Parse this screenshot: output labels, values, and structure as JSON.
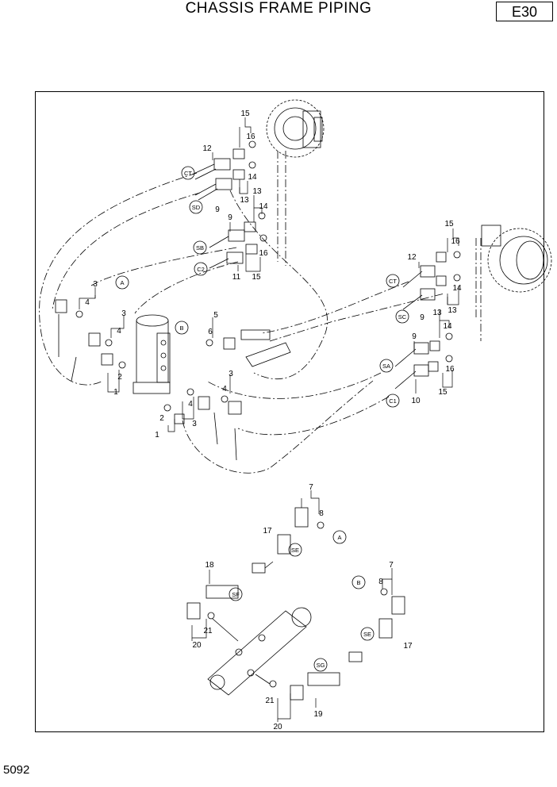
{
  "header": {
    "title": "CHASSIS FRAME PIPING",
    "code": "E30"
  },
  "footer": {
    "page_number": "5092"
  },
  "port_labels": {
    "ct": "CT",
    "sd": "SD",
    "sb": "SB",
    "c2": "C2",
    "sc": "SC",
    "sa": "SA",
    "c1": "C1",
    "a": "A",
    "b": "B",
    "se": "SE",
    "sf": "SF",
    "sg": "SG"
  },
  "callouts": {
    "n1": "1",
    "n2": "2",
    "n3": "3",
    "n4": "4",
    "n5": "5",
    "n6": "6",
    "n7": "7",
    "n8": "8",
    "n9": "9",
    "n10": "10",
    "n11": "11",
    "n12": "12",
    "n13": "13",
    "n14": "14",
    "n15": "15",
    "n16": "16",
    "n17": "17",
    "n18": "18",
    "n19": "19",
    "n20": "20",
    "n21": "21"
  }
}
